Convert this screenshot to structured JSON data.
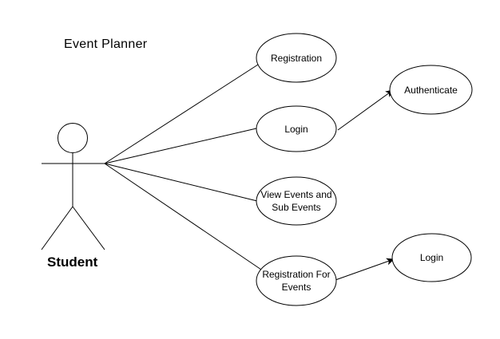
{
  "diagram": {
    "title": "Event Planner",
    "actor": {
      "label": "Student"
    },
    "use_cases": {
      "registration": {
        "label": "Registration"
      },
      "login": {
        "label": "Login"
      },
      "view_events": {
        "label": "View Events and\nSub Events"
      },
      "registration_for_events": {
        "label": "Registration For\nEvents"
      },
      "authenticate": {
        "label": "Authenticate"
      },
      "login_2": {
        "label": "Login"
      }
    },
    "associations": [
      {
        "from": "actor",
        "to": "registration",
        "type": "line"
      },
      {
        "from": "actor",
        "to": "login",
        "type": "line"
      },
      {
        "from": "actor",
        "to": "view_events",
        "type": "line"
      },
      {
        "from": "actor",
        "to": "registration_for_events",
        "type": "line"
      },
      {
        "from": "login",
        "to": "authenticate",
        "type": "arrow"
      },
      {
        "from": "registration_for_events",
        "to": "login_2",
        "type": "arrow"
      }
    ],
    "colors": {
      "stroke": "#000000",
      "fill": "#ffffff",
      "background": "#ffffff"
    }
  }
}
